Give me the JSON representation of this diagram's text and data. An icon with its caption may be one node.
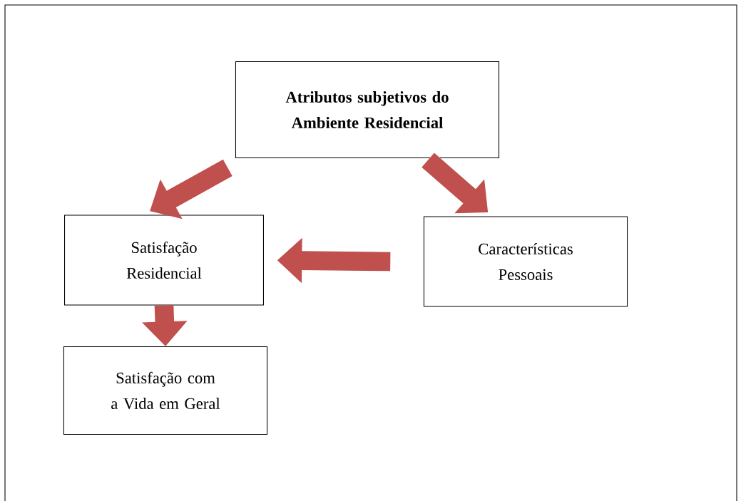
{
  "diagram": {
    "nodes": [
      {
        "text": [
          "Atributos subjetivos do Ambiente Residencial"
        ]
      },
      {
        "text": [
          "Satisfação Residencial"
        ]
      },
      {
        "text": [
          "Características Pessoais"
        ]
      },
      {
        "text": [
          "Satisfação com a Vida em Geral"
        ]
      }
    ],
    "edges": [
      {
        "from": 0,
        "to": 1,
        "arrow": "to"
      },
      {
        "from": 0,
        "to": 2,
        "arrow": "to"
      },
      {
        "from": 2,
        "to": 1,
        "arrow": "to"
      },
      {
        "from": 1,
        "to": 3,
        "arrow": "to"
      }
    ]
  }
}
